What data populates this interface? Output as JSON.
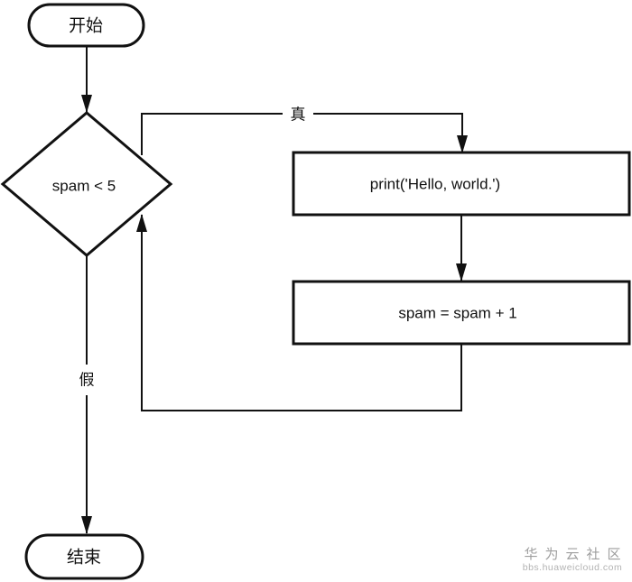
{
  "diagram": {
    "type": "flowchart",
    "nodes": {
      "start": {
        "label": "开始",
        "shape": "terminal"
      },
      "condition": {
        "label": "spam < 5",
        "shape": "decision"
      },
      "print_statement": {
        "label": "print('Hello, world.')",
        "shape": "process"
      },
      "increment": {
        "label": "spam = spam + 1",
        "shape": "process"
      },
      "end": {
        "label": "结束",
        "shape": "terminal"
      }
    },
    "edges": [
      {
        "from": "start",
        "to": "condition",
        "label": ""
      },
      {
        "from": "condition",
        "to": "print_statement",
        "label": "真"
      },
      {
        "from": "print_statement",
        "to": "increment",
        "label": ""
      },
      {
        "from": "increment",
        "to": "condition",
        "label": ""
      },
      {
        "from": "condition",
        "to": "end",
        "label": "假"
      }
    ],
    "colors": {
      "stroke": "#111111",
      "node_fill": "#ffffff",
      "background": "#ffffff",
      "watermark_title": "#9e9e9e",
      "watermark_url": "#b3b3b3"
    }
  },
  "watermark": {
    "title": "华为云社区",
    "url": "bbs.huaweicloud.com"
  }
}
